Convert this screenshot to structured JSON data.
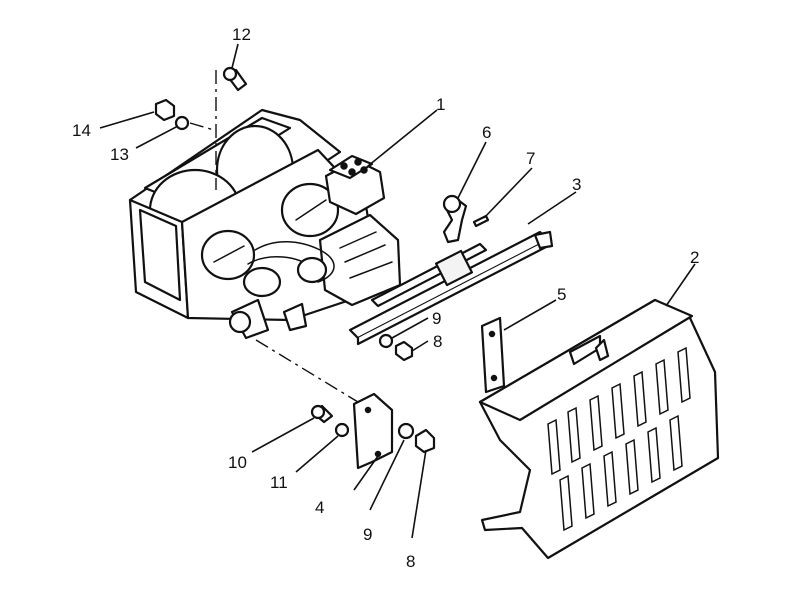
{
  "diagram": {
    "callouts": [
      {
        "id": "c1",
        "label": "1"
      },
      {
        "id": "c2",
        "label": "2"
      },
      {
        "id": "c3",
        "label": "3"
      },
      {
        "id": "c4",
        "label": "4"
      },
      {
        "id": "c5",
        "label": "5"
      },
      {
        "id": "c6",
        "label": "6"
      },
      {
        "id": "c7",
        "label": "7"
      },
      {
        "id": "c8a",
        "label": "8"
      },
      {
        "id": "c8b",
        "label": "8"
      },
      {
        "id": "c9a",
        "label": "9"
      },
      {
        "id": "c9b",
        "label": "9"
      },
      {
        "id": "c10",
        "label": "10"
      },
      {
        "id": "c11",
        "label": "11"
      },
      {
        "id": "c12",
        "label": "12"
      },
      {
        "id": "c13",
        "label": "13"
      },
      {
        "id": "c14",
        "label": "14"
      }
    ]
  }
}
